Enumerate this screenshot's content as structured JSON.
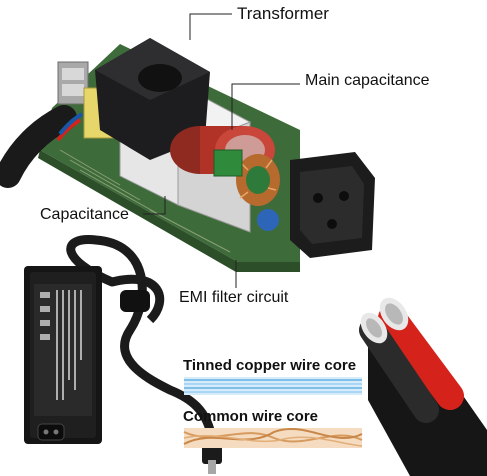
{
  "labels": {
    "transformer": "Transformer",
    "main_capacitance": "Main capacitance",
    "capacitance": "Capacitance",
    "emi_filter": "EMI filter circuit",
    "tinned_core": "Tinned copper wire core",
    "common_core": "Common wire core"
  },
  "colors": {
    "pcb_green": "#3e6b3a",
    "transformer_black": "#1d1d1f",
    "main_cap_red": "#b13226",
    "wire_red": "#d5231c",
    "copper": "#d79a5e",
    "tinned_blue": "#7fbfe8",
    "adapter_black": "#151515"
  }
}
